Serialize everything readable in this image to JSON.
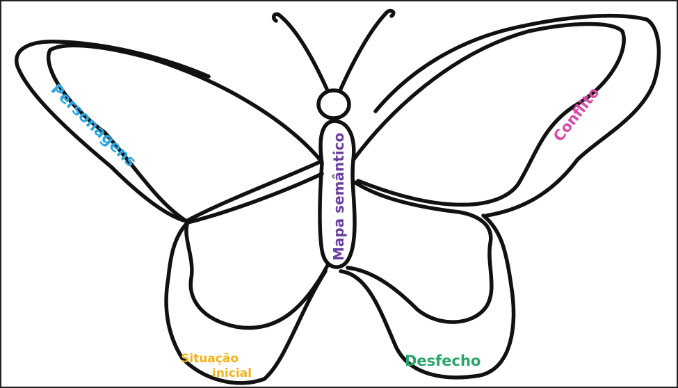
{
  "labels": {
    "personagens": "Personagens",
    "conflito": "Conflito",
    "mapa": "Mapa semântico",
    "situacao_line1": "Situação",
    "situacao_line2": "inicial",
    "desfecho": "Desfecho"
  },
  "colors": {
    "personagens": "#2aa6e0",
    "conflito": "#d64aa8",
    "mapa": "#6a3fa0",
    "situacao": "#f2b318",
    "desfecho": "#2aa36a",
    "outline": "#111111"
  }
}
